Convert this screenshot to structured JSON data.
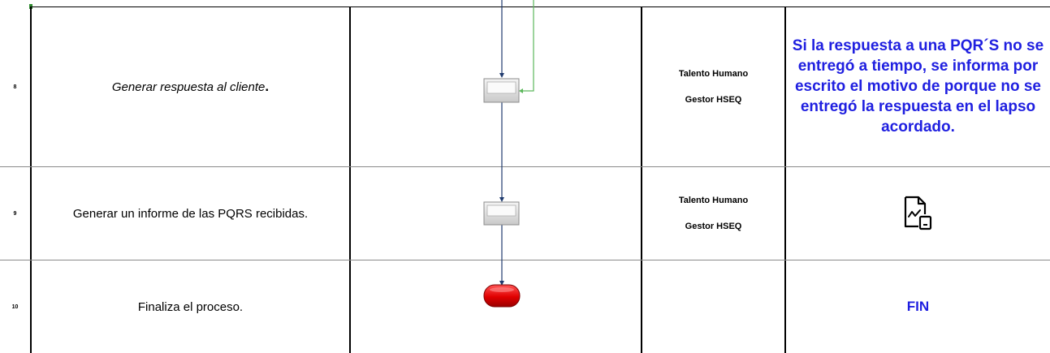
{
  "rows": [
    {
      "number": "8",
      "activity": "Generar respuesta al cliente",
      "activity_suffix": ".",
      "responsible_1": "Talento Humano",
      "responsible_2": "Gestor HSEQ",
      "observation": "Si la respuesta a una PQR´S no se entregó a tiempo, se informa por escrito el motivo de porque no se entregó la respuesta en el lapso acordado."
    },
    {
      "number": "9",
      "activity": "Generar un informe de las PQRS recibidas.",
      "responsible_1": "Talento Humano",
      "responsible_2": "Gestor HSEQ",
      "observation_icon": "document-chart-icon"
    },
    {
      "number": "10",
      "activity": "Finaliza el proceso.",
      "observation": "FIN"
    }
  ],
  "colors": {
    "observation_text": "#1f1fe0",
    "flow_line": "#1f3a6e",
    "feedback_line": "#5cb85c",
    "terminator": "#e00000"
  }
}
